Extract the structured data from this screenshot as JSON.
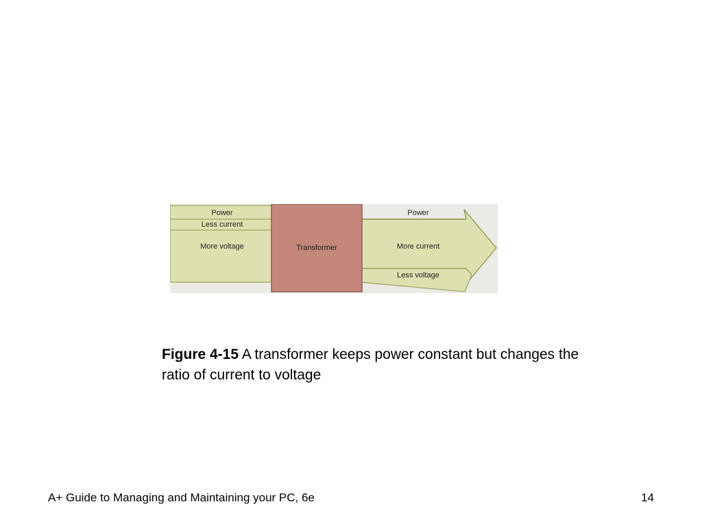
{
  "diagram": {
    "input_side": {
      "power_label": "Power",
      "current_label": "Less current",
      "voltage_label": "More voltage"
    },
    "transformer_label": "Transformer",
    "output_side": {
      "power_label": "Power",
      "current_label": "More current",
      "voltage_label": "Less voltage"
    },
    "colors": {
      "band_fill": "#dfe0b0",
      "band_stroke": "#8f9550",
      "transformer_fill": "#c4877c",
      "transformer_stroke": "#8c5a52",
      "background": "#e9ebe4"
    }
  },
  "caption": {
    "label": "Figure 4-15",
    "text": "A transformer keeps power constant but changes the ratio of current to voltage"
  },
  "footer": {
    "title": "A+ Guide to Managing and Maintaining your PC, 6e",
    "page_number": "14"
  }
}
